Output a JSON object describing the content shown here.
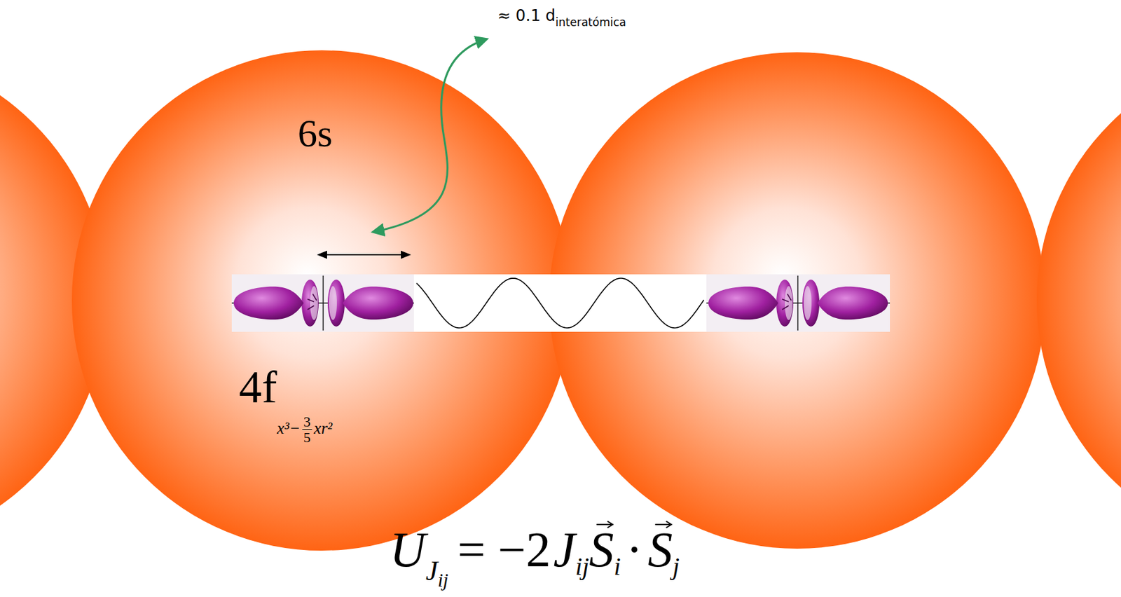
{
  "diagram": {
    "labels": [
      "≈ 0.1 d",
      "interatómica",
      "6s",
      "4f",
      "x³−",
      "3",
      "5",
      "xr²",
      "U",
      "J",
      "ij",
      "= −2",
      "J",
      "ij",
      "S",
      "i",
      "·",
      "S",
      "j"
    ]
  }
}
